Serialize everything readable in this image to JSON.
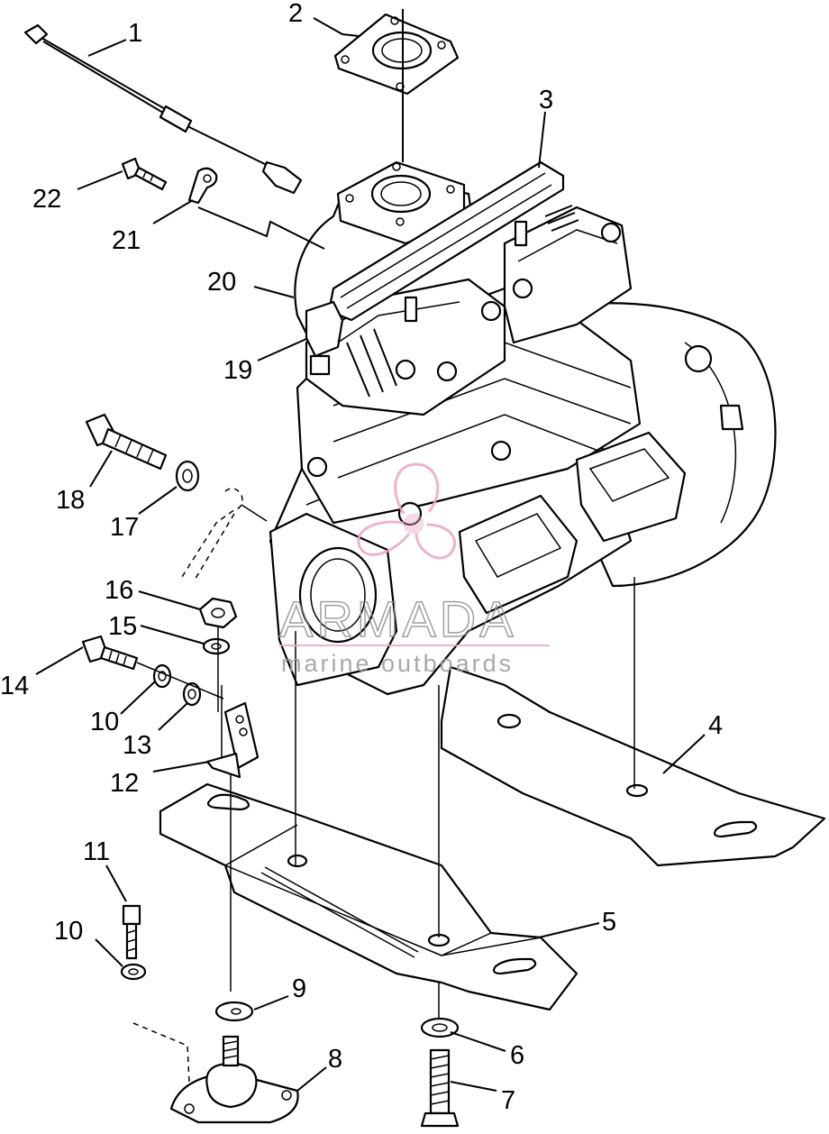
{
  "callouts": {
    "c1": "1",
    "c2": "2",
    "c3": "3",
    "c4": "4",
    "c5": "5",
    "c6": "6",
    "c7": "7",
    "c8": "8",
    "c9": "9",
    "c10a": "10",
    "c10b": "10",
    "c11": "11",
    "c12": "12",
    "c13": "13",
    "c14": "14",
    "c15": "15",
    "c16": "16",
    "c17": "17",
    "c18": "18",
    "c19": "19",
    "c20": "20",
    "c21": "21",
    "c22": "22"
  },
  "watermark": {
    "brand": "ARMADA",
    "tagline": "marine outboards",
    "accent_color": "#e8a6c8",
    "line_color": "#8f8f8f"
  }
}
